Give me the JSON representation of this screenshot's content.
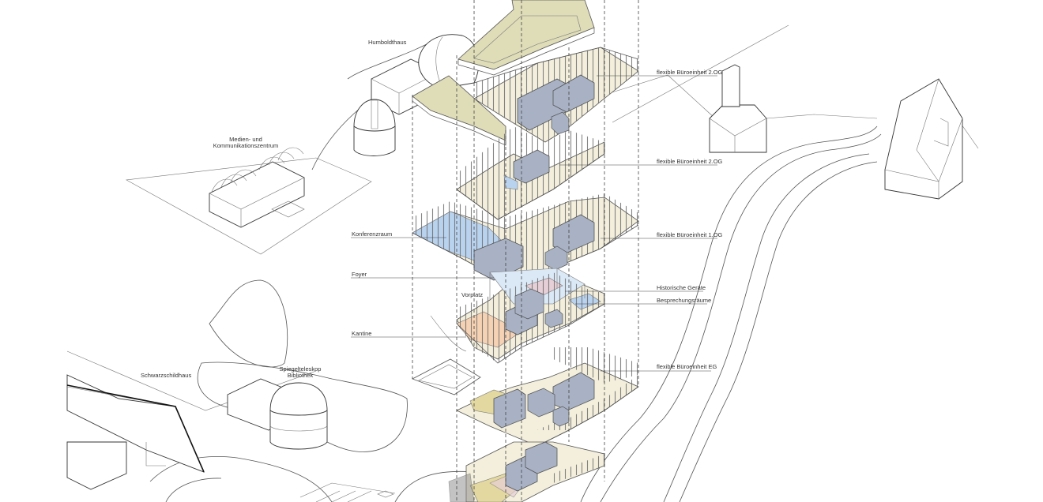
{
  "labels": {
    "humboldthaus": "Humboldthaus",
    "medien_line1": "Medien- und",
    "medien_line2": "Kommunikationszentrum",
    "schwarzschildhaus": "Schwarzschildhaus",
    "spiegel_line1": "Spiegelteleskop",
    "spiegel_line2": "Bibliothek",
    "konferenzraum": "Konferenzraum",
    "foyer": "Foyer",
    "vorplatz": "Vorplatz",
    "kantine": "Kantine",
    "buero_2og_upper": "flexible Büroeinheit 2.OG",
    "buero_2og_lower": "flexible Büroeinheit 2.OG",
    "buero_1og": "flexible Büroeinheit 1.OG",
    "historische_geraete": "Historische Geräte",
    "besprechungsraeume": "Besprechungsräume",
    "buero_eg": "flexible Büroeinheit EG"
  },
  "colors": {
    "office_floor": "#f3efdc",
    "roof": "#dfdcb8",
    "core": "#a8b2c4",
    "conference": "#b9d3ef",
    "foyer": "#dbe9f7",
    "kitchen": "#f6d2b4",
    "historic": "#e6cfd6",
    "courtyard": "#e3d8a0"
  }
}
